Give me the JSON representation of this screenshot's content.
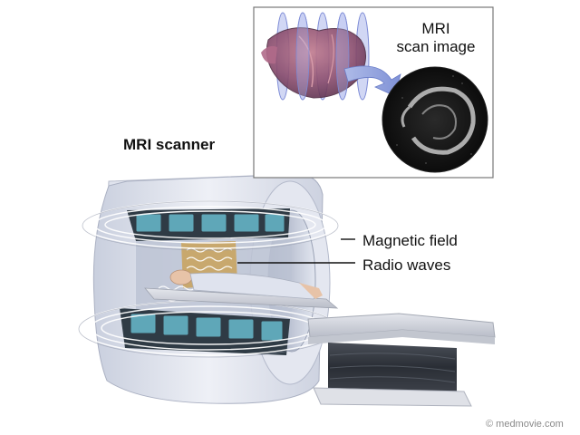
{
  "title": "MRI scanner",
  "inset": {
    "caption_line1": "MRI",
    "caption_line2": "scan image"
  },
  "labels": {
    "magnetic_field": "Magnetic field",
    "radio_waves": "Radio waves"
  },
  "credit": "© medmovie.com",
  "icons": [
    "mri-scanner-illustration",
    "heart-illustration",
    "scan-slice-disc",
    "cardiac-scan-image",
    "patient-figure",
    "patient-table"
  ],
  "colors": {
    "scanner_body": "#d9dde8",
    "magnet_coil": "#2f3b45",
    "coil_highlight": "#5fa7b8",
    "radio_wave_panel": "#c9a25a",
    "slice_disc": "#9aa6e6",
    "heart": "#7d4a6a"
  }
}
